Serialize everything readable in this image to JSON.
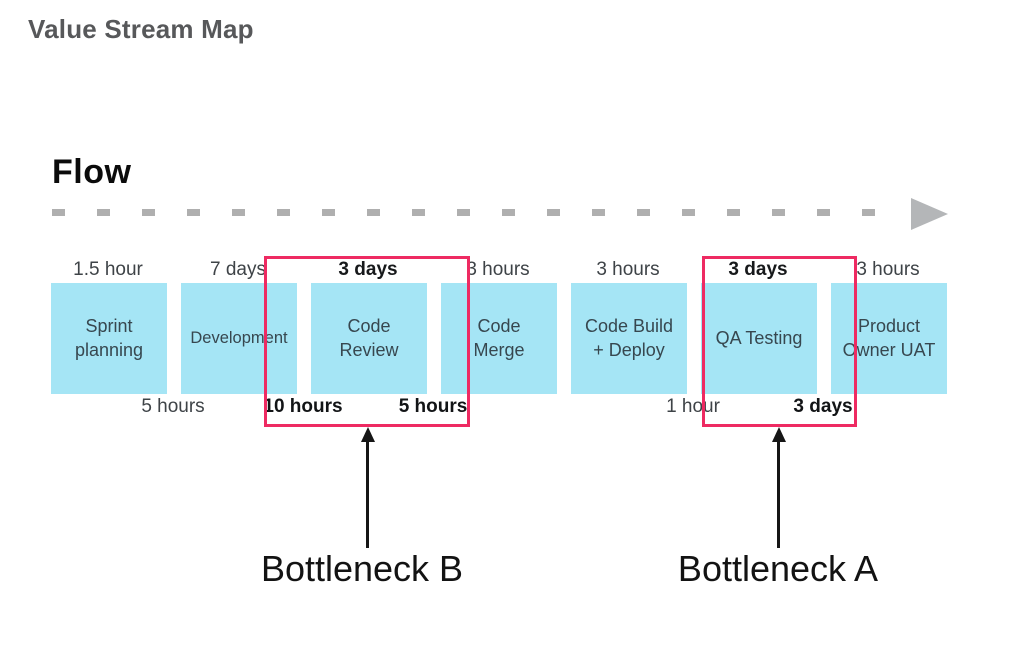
{
  "title": "Value Stream Map",
  "flow": {
    "label": "Flow"
  },
  "stages": [
    {
      "name": "Sprint\nplanning",
      "process_time": "1.5 hour"
    },
    {
      "name": "Development",
      "process_time": "7 days"
    },
    {
      "name": "Code\nReview",
      "process_time": "3 days"
    },
    {
      "name": "Code\nMerge",
      "process_time": "3 hours"
    },
    {
      "name": "Code Build\n+ Deploy",
      "process_time": "3 hours"
    },
    {
      "name": "QA Testing",
      "process_time": "3 days"
    },
    {
      "name": "Product\nOwner UAT",
      "process_time": "3 hours"
    }
  ],
  "wait_times": [
    {
      "text": "5 hours"
    },
    {
      "text": "10 hours"
    },
    {
      "text": "5 hours"
    },
    {
      "text": "1 hour"
    },
    {
      "text": "3 days"
    }
  ],
  "bottlenecks": [
    {
      "label": "Bottleneck B"
    },
    {
      "label": "Bottleneck A"
    }
  ],
  "colors": {
    "stage_box": "#A5E5F5",
    "highlight": "#EE2A62",
    "stage_text": "#37474F",
    "label_text": "#3E4347",
    "title_text": "#57585A",
    "dash": "#AFAFAF"
  }
}
